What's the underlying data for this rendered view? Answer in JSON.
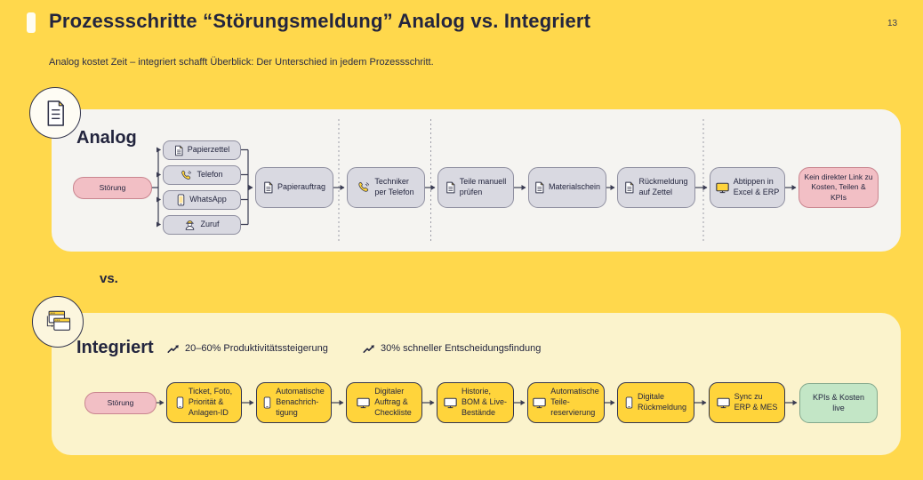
{
  "header": {
    "title": "Prozessschritte “Störungsmeldung” Analog vs. Integriert",
    "page_number": "13",
    "subtitle": "Analog kostet Zeit – integriert schafft Überblick: Der Unterschied in jedem Prozessschritt."
  },
  "vs_label": "vs.",
  "analog": {
    "heading": "Analog",
    "badge_icon": "document-icon",
    "start": {
      "label": "Störung"
    },
    "sources": [
      {
        "label": "Papierzettel",
        "icon": "document-icon"
      },
      {
        "label": "Telefon",
        "icon": "phone-receiver-icon"
      },
      {
        "label": "WhatsApp",
        "icon": "smartphone-icon"
      },
      {
        "label": "Zuruf",
        "icon": "worker-icon"
      }
    ],
    "steps": [
      {
        "label": "Papierauftrag",
        "icon": "document-icon"
      },
      {
        "label": "Techniker\nper Telefon",
        "icon": "phone-receiver-icon"
      },
      {
        "label": "Teile manuell\nprüfen",
        "icon": "document-icon"
      },
      {
        "label": "Materialschein",
        "icon": "document-icon"
      },
      {
        "label": "Rückmeldung\nauf Zettel",
        "icon": "document-icon"
      },
      {
        "label": "Abtippen in\nExcel & ERP",
        "icon": "monitor-icon"
      }
    ],
    "result": {
      "label": "Kein direkter Link zu\nKosten, Teilen & KPIs"
    }
  },
  "integrated": {
    "heading": "Integriert",
    "badge_icon": "windows-icon",
    "stats": [
      {
        "label": "20–60% Produktivitätssteigerung",
        "icon": "trend-up-icon"
      },
      {
        "label": "30% schneller Entscheidungsfindung",
        "icon": "trend-up-icon"
      }
    ],
    "start": {
      "label": "Störung"
    },
    "steps": [
      {
        "label": "Ticket, Foto,\nPriorität &\nAnlagen-ID",
        "icon": "smartphone-icon"
      },
      {
        "label": "Automatische\nBenachrich-\ntigung",
        "icon": "smartphone-icon"
      },
      {
        "label": "Digitaler\nAuftrag &\nCheckliste",
        "icon": "monitor-icon"
      },
      {
        "label": "Historie,\nBOM & Live-\nBestände",
        "icon": "monitor-icon"
      },
      {
        "label": "Automatische\nTeile-\nreservierung",
        "icon": "monitor-icon"
      },
      {
        "label": "Digitale\nRückmeldung",
        "icon": "smartphone-icon"
      },
      {
        "label": "Sync zu\nERP & MES",
        "icon": "monitor-icon"
      }
    ],
    "result": {
      "label": "KPIs & Kosten\nlive"
    }
  },
  "colors": {
    "background": "#FFD84C",
    "panel_analog": "#F5F4F1",
    "panel_integrated": "#FBF3CC",
    "box_gray": "#D9D9E1",
    "box_yellow": "#FFD43B",
    "box_pink": "#F2BFC5",
    "box_green": "#C3E6C6",
    "text_dark": "#23253E"
  }
}
